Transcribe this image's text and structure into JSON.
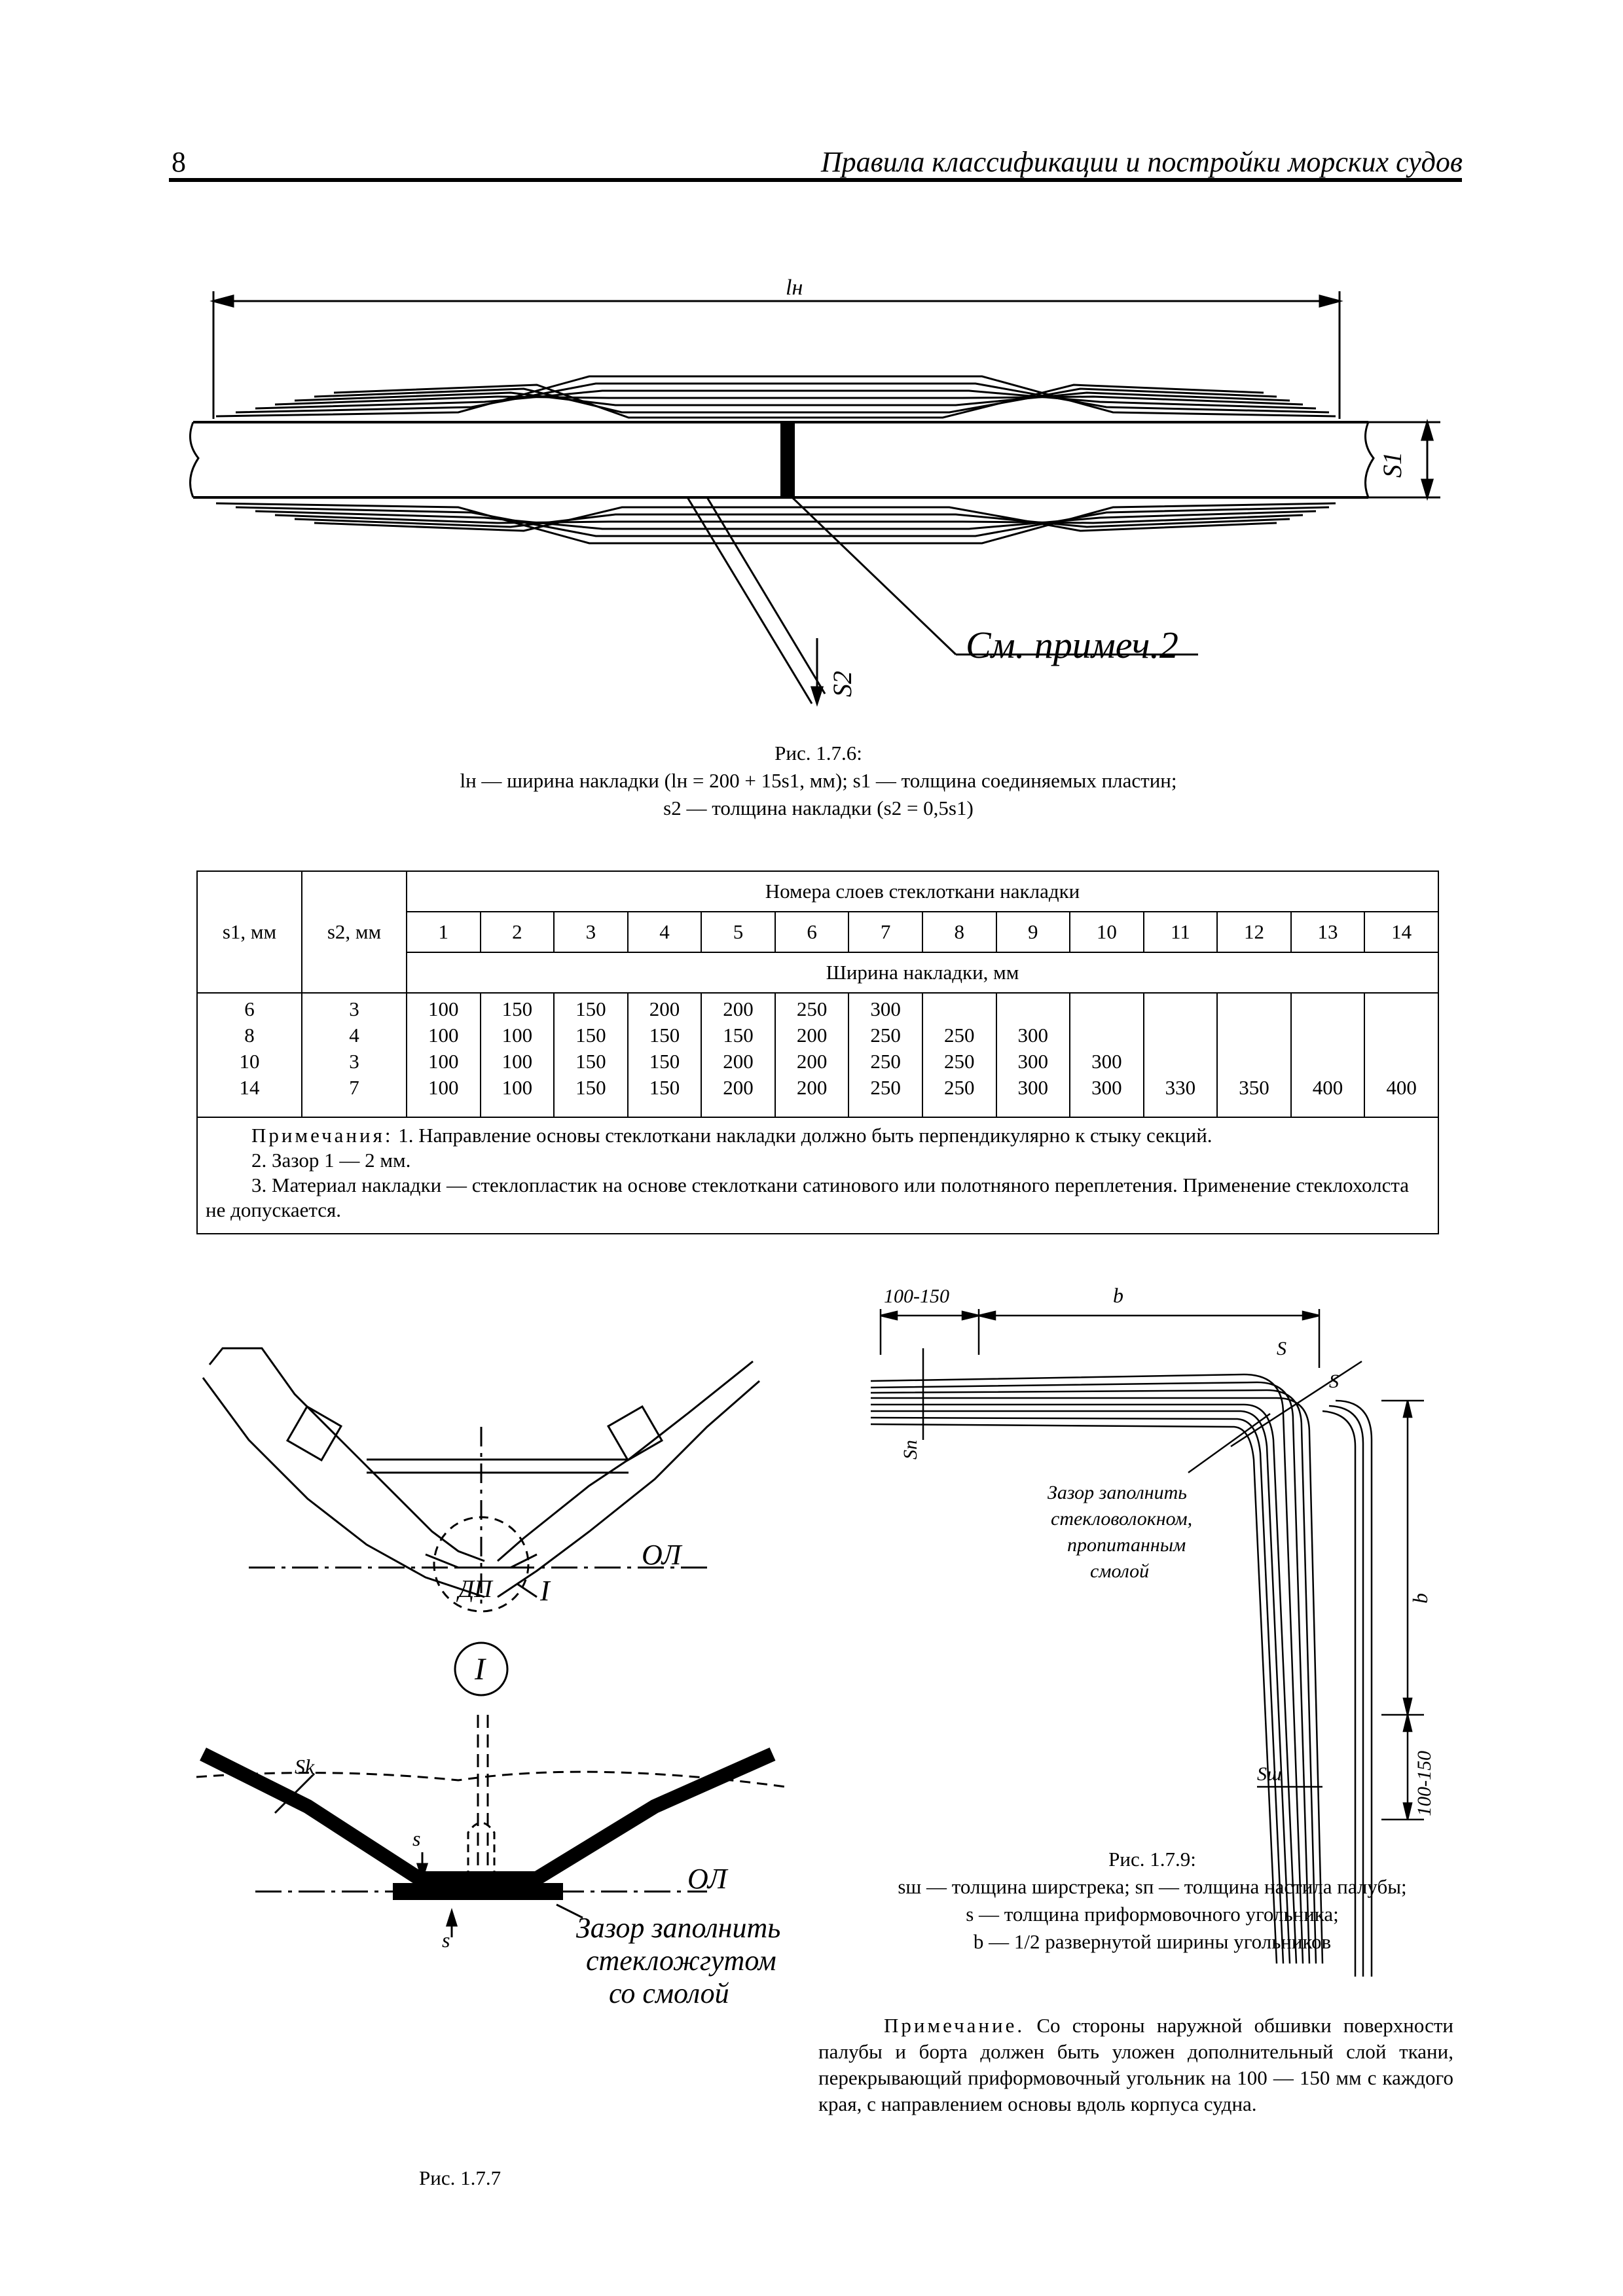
{
  "header": {
    "page_number": "8",
    "title": "Правила классификации и постройки морских судов"
  },
  "fig6": {
    "dim_label": "lн",
    "s1_label": "S1",
    "s2_label": "S2",
    "note_ref": "См. примеч.2",
    "caption_title": "Рис. 1.7.6:",
    "caption_line1": "lн — ширина накладки (lн = 200 + 15s1, мм); s1 — толщина соединяемых пластин;",
    "caption_line2": "s2 — толщина накладки (s2 = 0,5s1)"
  },
  "table": {
    "col_s1": "s1, мм",
    "col_s2": "s2, мм",
    "group_header": "Номера слоев стеклоткани накладки",
    "layer_numbers": [
      "1",
      "2",
      "3",
      "4",
      "5",
      "6",
      "7",
      "8",
      "9",
      "10",
      "11",
      "12",
      "13",
      "14"
    ],
    "width_header": "Ширина накладки, мм",
    "rows": [
      {
        "s1": "6",
        "s2": "3",
        "cells": [
          "100",
          "150",
          "150",
          "200",
          "200",
          "250",
          "300",
          "",
          "",
          "",
          "",
          "",
          "",
          ""
        ]
      },
      {
        "s1": "8",
        "s2": "4",
        "cells": [
          "100",
          "100",
          "150",
          "150",
          "150",
          "200",
          "250",
          "250",
          "300",
          "",
          "",
          "",
          "",
          ""
        ]
      },
      {
        "s1": "10",
        "s2": "3",
        "cells": [
          "100",
          "100",
          "150",
          "150",
          "200",
          "200",
          "250",
          "250",
          "300",
          "300",
          "",
          "",
          "",
          ""
        ]
      },
      {
        "s1": "14",
        "s2": "7",
        "cells": [
          "100",
          "100",
          "150",
          "150",
          "200",
          "200",
          "250",
          "250",
          "300",
          "300",
          "330",
          "350",
          "400",
          "400"
        ]
      }
    ],
    "notes_heading": "Примечания:",
    "note1": "1. Направление основы стеклоткани накладки должно быть перпендикулярно к стыку секций.",
    "note2": "2. Зазор 1 — 2 мм.",
    "note3": "3. Материал накладки — стеклопластик на основе стеклоткани сатинового или полотняного переплетения. Применение стеклохолста не допускается."
  },
  "fig7": {
    "label_ol_top": "ОЛ",
    "label_dp": "ДП",
    "label_i": "I",
    "label_i_circle": "I",
    "label_ol_bottom": "ОЛ",
    "label_sk": "Sk",
    "label_s1": "s",
    "label_s2": "s",
    "gap_note_1": "Зазор заполнить",
    "gap_note_2": "стекложгутом",
    "gap_note_3": "со смолой",
    "caption": "Рис. 1.7.7"
  },
  "fig9": {
    "dim_100_150_top": "100-150",
    "dim_b_top": "b",
    "label_s_a": "S",
    "label_s_b": "S",
    "label_sn": "Sn",
    "label_b_side": "b",
    "label_sш": "Sш",
    "dim_100_150_side": "100-150",
    "gap_note_1": "Зазор заполнить",
    "gap_note_2": "стекловолокном,",
    "gap_note_3": "пропитанным",
    "gap_note_4": "смолой",
    "caption_title": "Рис. 1.7.9:",
    "caption_line1": "sш — толщина ширстрека; sп — толщина настила палубы;",
    "caption_line2": "s — толщина приформовочного угольника;",
    "caption_line3": "b — 1/2 развернутой ширины угольников",
    "note_heading": "Примечание.",
    "note_text": "Со стороны наружной обшивки поверхности палубы и борта должен быть уложен дополнительный слой ткани, перекрывающий приформовочный угольник на 100 — 150 мм с каждого края, с направлением основы вдоль корпуса судна."
  }
}
